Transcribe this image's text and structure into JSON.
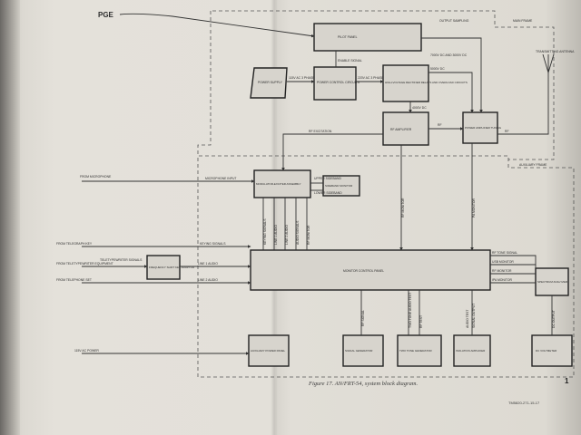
{
  "caption": "Figure 17. AN/FRT-54, system block diagram.",
  "figure_ref": "TM5820-271-15-17",
  "page_number": "1",
  "frames": {
    "main": "MAIN FRAME",
    "auxiliary": "AUXILIARY FRAME"
  },
  "external_labels": {
    "top_left": "PGE",
    "microphone": "FROM MICROPHONE",
    "telegraph_key": "FROM TELEGRAPH KEY",
    "teletypewriter": "FROM TELETYPEWRITER EQUIPMENT",
    "telephone": "FROM TELEPHONE SET",
    "power": "115V AC POWER",
    "antenna": "TRANSMITTING ANTENNA"
  },
  "blocks": {
    "pilot_panel": "PILOT PANEL",
    "power_supply": "POWER SUPPLY",
    "power_control": "POWER CONTROL CIRCUITS",
    "hv_rectifier": "HIGH-VOLTAGE RECTIFIER RELAYS AND OVERLOAD CIRCUITS",
    "rf_amplifier": "RF AMPLIFIER",
    "power_amplifier": "POWER AMPLIFIER TUNING",
    "modulator": "MODULATOR-EXCITER ASSEMBLY",
    "sideband_monitor": "SIDEBAND MONITOR",
    "freq_shift": "FREQUENCY SHIFT KEY ADAPTOR",
    "monitor_panel": "MONITOR CONTROL PANEL",
    "spectrum": "SPECTRUM ANALYZER",
    "aux_power": "AUXILIARY POWER PANEL",
    "signal_gen": "SIGNAL GENERATOR",
    "two_tone": "TWO TONE GENERATOR",
    "isolation": "ISOLATION AMPLIFIER",
    "dc_volt": "DC VOLTMETER"
  },
  "signals": {
    "enable_signal": "ENABLE SIGNAL",
    "ac_1": "115V AC 3 PHASE",
    "ac_2": "220V AC 3 PHASE",
    "dc_5000": "5000V DC",
    "dc_4000": "4000V DC",
    "dc_7000": "7000V DC AND 3000V DC",
    "output_sampling": "OUTPUT SAMPLING",
    "rf_excitation": "RF EXCITATION",
    "rf_out": "RF",
    "rf_to_ant": "RF",
    "microphone_input": "MICROPHONE INPUT",
    "upper_sideband": "UPPER SIDEBAND",
    "lower_sideband": "LOWER SIDEBAND",
    "keying_signals": "KEYING SIGNALS",
    "tty_signals": "TELETYPEWRITER SIGNALS",
    "line1": "LINE 1 AUDIO",
    "line2": "LINE 2 AUDIO",
    "rf_monitor": "RF MONITOR",
    "pa_monitor": "PA MONITOR",
    "rf_tone": "RF TONE SIGNAL",
    "upper_sb_mon": "USB MONITOR",
    "rf_monitor_2": "RF MONITOR",
    "ipa_monitor": "IPA MONITOR",
    "keying_v": "KEYING SIGNALS",
    "line1_v": "LINE 1 AUDIO",
    "line2_v": "LINE 2 AUDIO",
    "audio_signals": "AUDIO SIGNALS",
    "rf_monitor_v": "RF MONITOR",
    "rf_signal_v": "RF SIGNAL",
    "two_tone_audio": "TWO TONE AUDIO TEST",
    "rf_test": "RF TEST",
    "audio_test": "AUDIO TEST",
    "signal_output": "SIGNAL OUTPUT",
    "dc_output": "DC OUTPUT"
  }
}
